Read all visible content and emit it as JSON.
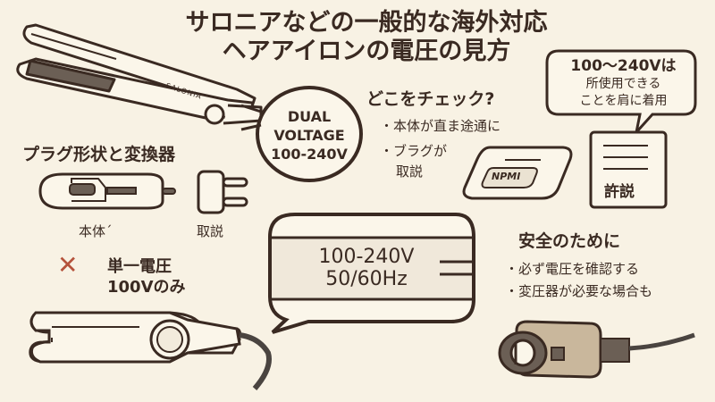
{
  "title": {
    "line1": "サロニアなどの一般的な海外対応",
    "line2": "ヘアアイロンの電圧の見方"
  },
  "iron_top": {
    "brand": "SALONIA"
  },
  "dual_badge": {
    "line1": "DUAL",
    "line2": "VOLTAGE",
    "line3": "100-240V"
  },
  "check": {
    "heading": "どこをチェック?",
    "bullets": [
      "・本体が直ま途通に",
      "・ブラグが",
      "取説"
    ],
    "label_badge": "NPMI"
  },
  "manual": {
    "bubble_line1": "100〜240Vは",
    "bubble_line2": "所使用できる",
    "bubble_line3": "ことを肩に着用",
    "book_label": "許説"
  },
  "plug": {
    "heading": "プラグ形状と変換器",
    "body_label": "本体´",
    "manual_label": "取説"
  },
  "single": {
    "x_mark": "✕",
    "line1": "単一電圧",
    "line2": "100Vのみ"
  },
  "rating_label": {
    "line1": "100-240V",
    "line2": "50/60Hz"
  },
  "safety": {
    "heading": "安全のために",
    "bullets": [
      "・必ず電圧を碓認する",
      "・変圧器が必要な場合も"
    ]
  },
  "colors": {
    "background": "#f8f2e4",
    "ink": "#3a2a22",
    "accent_x": "#b5523b",
    "adapter": "#c9b79c"
  }
}
